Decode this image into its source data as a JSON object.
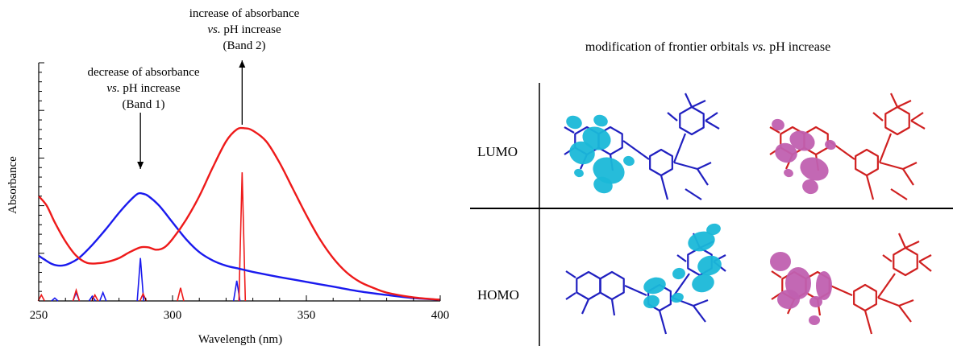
{
  "chart_data": {
    "type": "line",
    "title": "",
    "xlabel": "Wavelength (nm)",
    "ylabel": "Absorbance",
    "xlim": [
      250,
      400
    ],
    "x_ticks": [
      250,
      300,
      350,
      400
    ],
    "ylim": [
      0,
      1
    ],
    "y_tick_labels": "none",
    "grid": false,
    "legend": "none",
    "series": [
      {
        "color": "#1a1aee",
        "points": [
          [
            250,
            0.19
          ],
          [
            252,
            0.175
          ],
          [
            255,
            0.155
          ],
          [
            258,
            0.148
          ],
          [
            261,
            0.155
          ],
          [
            265,
            0.18
          ],
          [
            270,
            0.235
          ],
          [
            275,
            0.3
          ],
          [
            280,
            0.37
          ],
          [
            284,
            0.42
          ],
          [
            287,
            0.45
          ],
          [
            289,
            0.45
          ],
          [
            291,
            0.44
          ],
          [
            295,
            0.4
          ],
          [
            300,
            0.33
          ],
          [
            305,
            0.26
          ],
          [
            310,
            0.205
          ],
          [
            315,
            0.17
          ],
          [
            320,
            0.148
          ],
          [
            325,
            0.135
          ],
          [
            330,
            0.122
          ],
          [
            340,
            0.1
          ],
          [
            350,
            0.08
          ],
          [
            360,
            0.06
          ],
          [
            370,
            0.04
          ],
          [
            380,
            0.025
          ],
          [
            390,
            0.012
          ],
          [
            400,
            0.005
          ]
        ]
      },
      {
        "color": "#ee1a1a",
        "points": [
          [
            250,
            0.44
          ],
          [
            253,
            0.4
          ],
          [
            256,
            0.33
          ],
          [
            260,
            0.25
          ],
          [
            264,
            0.19
          ],
          [
            268,
            0.16
          ],
          [
            272,
            0.158
          ],
          [
            276,
            0.165
          ],
          [
            280,
            0.18
          ],
          [
            284,
            0.205
          ],
          [
            288,
            0.225
          ],
          [
            291,
            0.225
          ],
          [
            294,
            0.215
          ],
          [
            297,
            0.225
          ],
          [
            300,
            0.26
          ],
          [
            305,
            0.34
          ],
          [
            310,
            0.44
          ],
          [
            315,
            0.56
          ],
          [
            320,
            0.67
          ],
          [
            324,
            0.72
          ],
          [
            327,
            0.725
          ],
          [
            330,
            0.715
          ],
          [
            335,
            0.67
          ],
          [
            340,
            0.58
          ],
          [
            345,
            0.47
          ],
          [
            350,
            0.36
          ],
          [
            355,
            0.26
          ],
          [
            360,
            0.18
          ],
          [
            365,
            0.12
          ],
          [
            370,
            0.08
          ],
          [
            375,
            0.055
          ],
          [
            380,
            0.035
          ],
          [
            390,
            0.015
          ],
          [
            400,
            0.005
          ]
        ]
      }
    ],
    "sticks": [
      {
        "color": "#1a1aee",
        "x": 256,
        "height": 0.012
      },
      {
        "color": "#1a1aee",
        "x": 264,
        "height": 0.035
      },
      {
        "color": "#1a1aee",
        "x": 270,
        "height": 0.02
      },
      {
        "color": "#1a1aee",
        "x": 274,
        "height": 0.035
      },
      {
        "color": "#1a1aee",
        "x": 288,
        "height": 0.18
      },
      {
        "color": "#1a1aee",
        "x": 324,
        "height": 0.085
      },
      {
        "color": "#ee1a1a",
        "x": 251,
        "height": 0.025
      },
      {
        "color": "#ee1a1a",
        "x": 264,
        "height": 0.045
      },
      {
        "color": "#ee1a1a",
        "x": 271,
        "height": 0.025
      },
      {
        "color": "#ee1a1a",
        "x": 289,
        "height": 0.03
      },
      {
        "color": "#ee1a1a",
        "x": 303,
        "height": 0.055
      },
      {
        "color": "#ee1a1a",
        "x": 326,
        "height": 0.54
      }
    ],
    "annotations": [
      {
        "lines": [
          "decrease of absorbance",
          "vs. pH increase",
          "(Band 1)"
        ],
        "arrow": "down",
        "x": 288
      },
      {
        "lines": [
          "increase of absorbance",
          "vs. pH increase",
          "(Band 2)"
        ],
        "arrow": "up",
        "x": 326
      }
    ]
  },
  "orbital_panel": {
    "title": "modification of frontier orbitals vs. pH increase",
    "rows": [
      {
        "label": "LUMO"
      },
      {
        "label": "HOMO"
      }
    ],
    "colors": {
      "molecule_left": "#2020c0",
      "lobe_left": "#1ab8d8",
      "molecule_right": "#d02020",
      "lobe_right": "#c060b0"
    }
  }
}
